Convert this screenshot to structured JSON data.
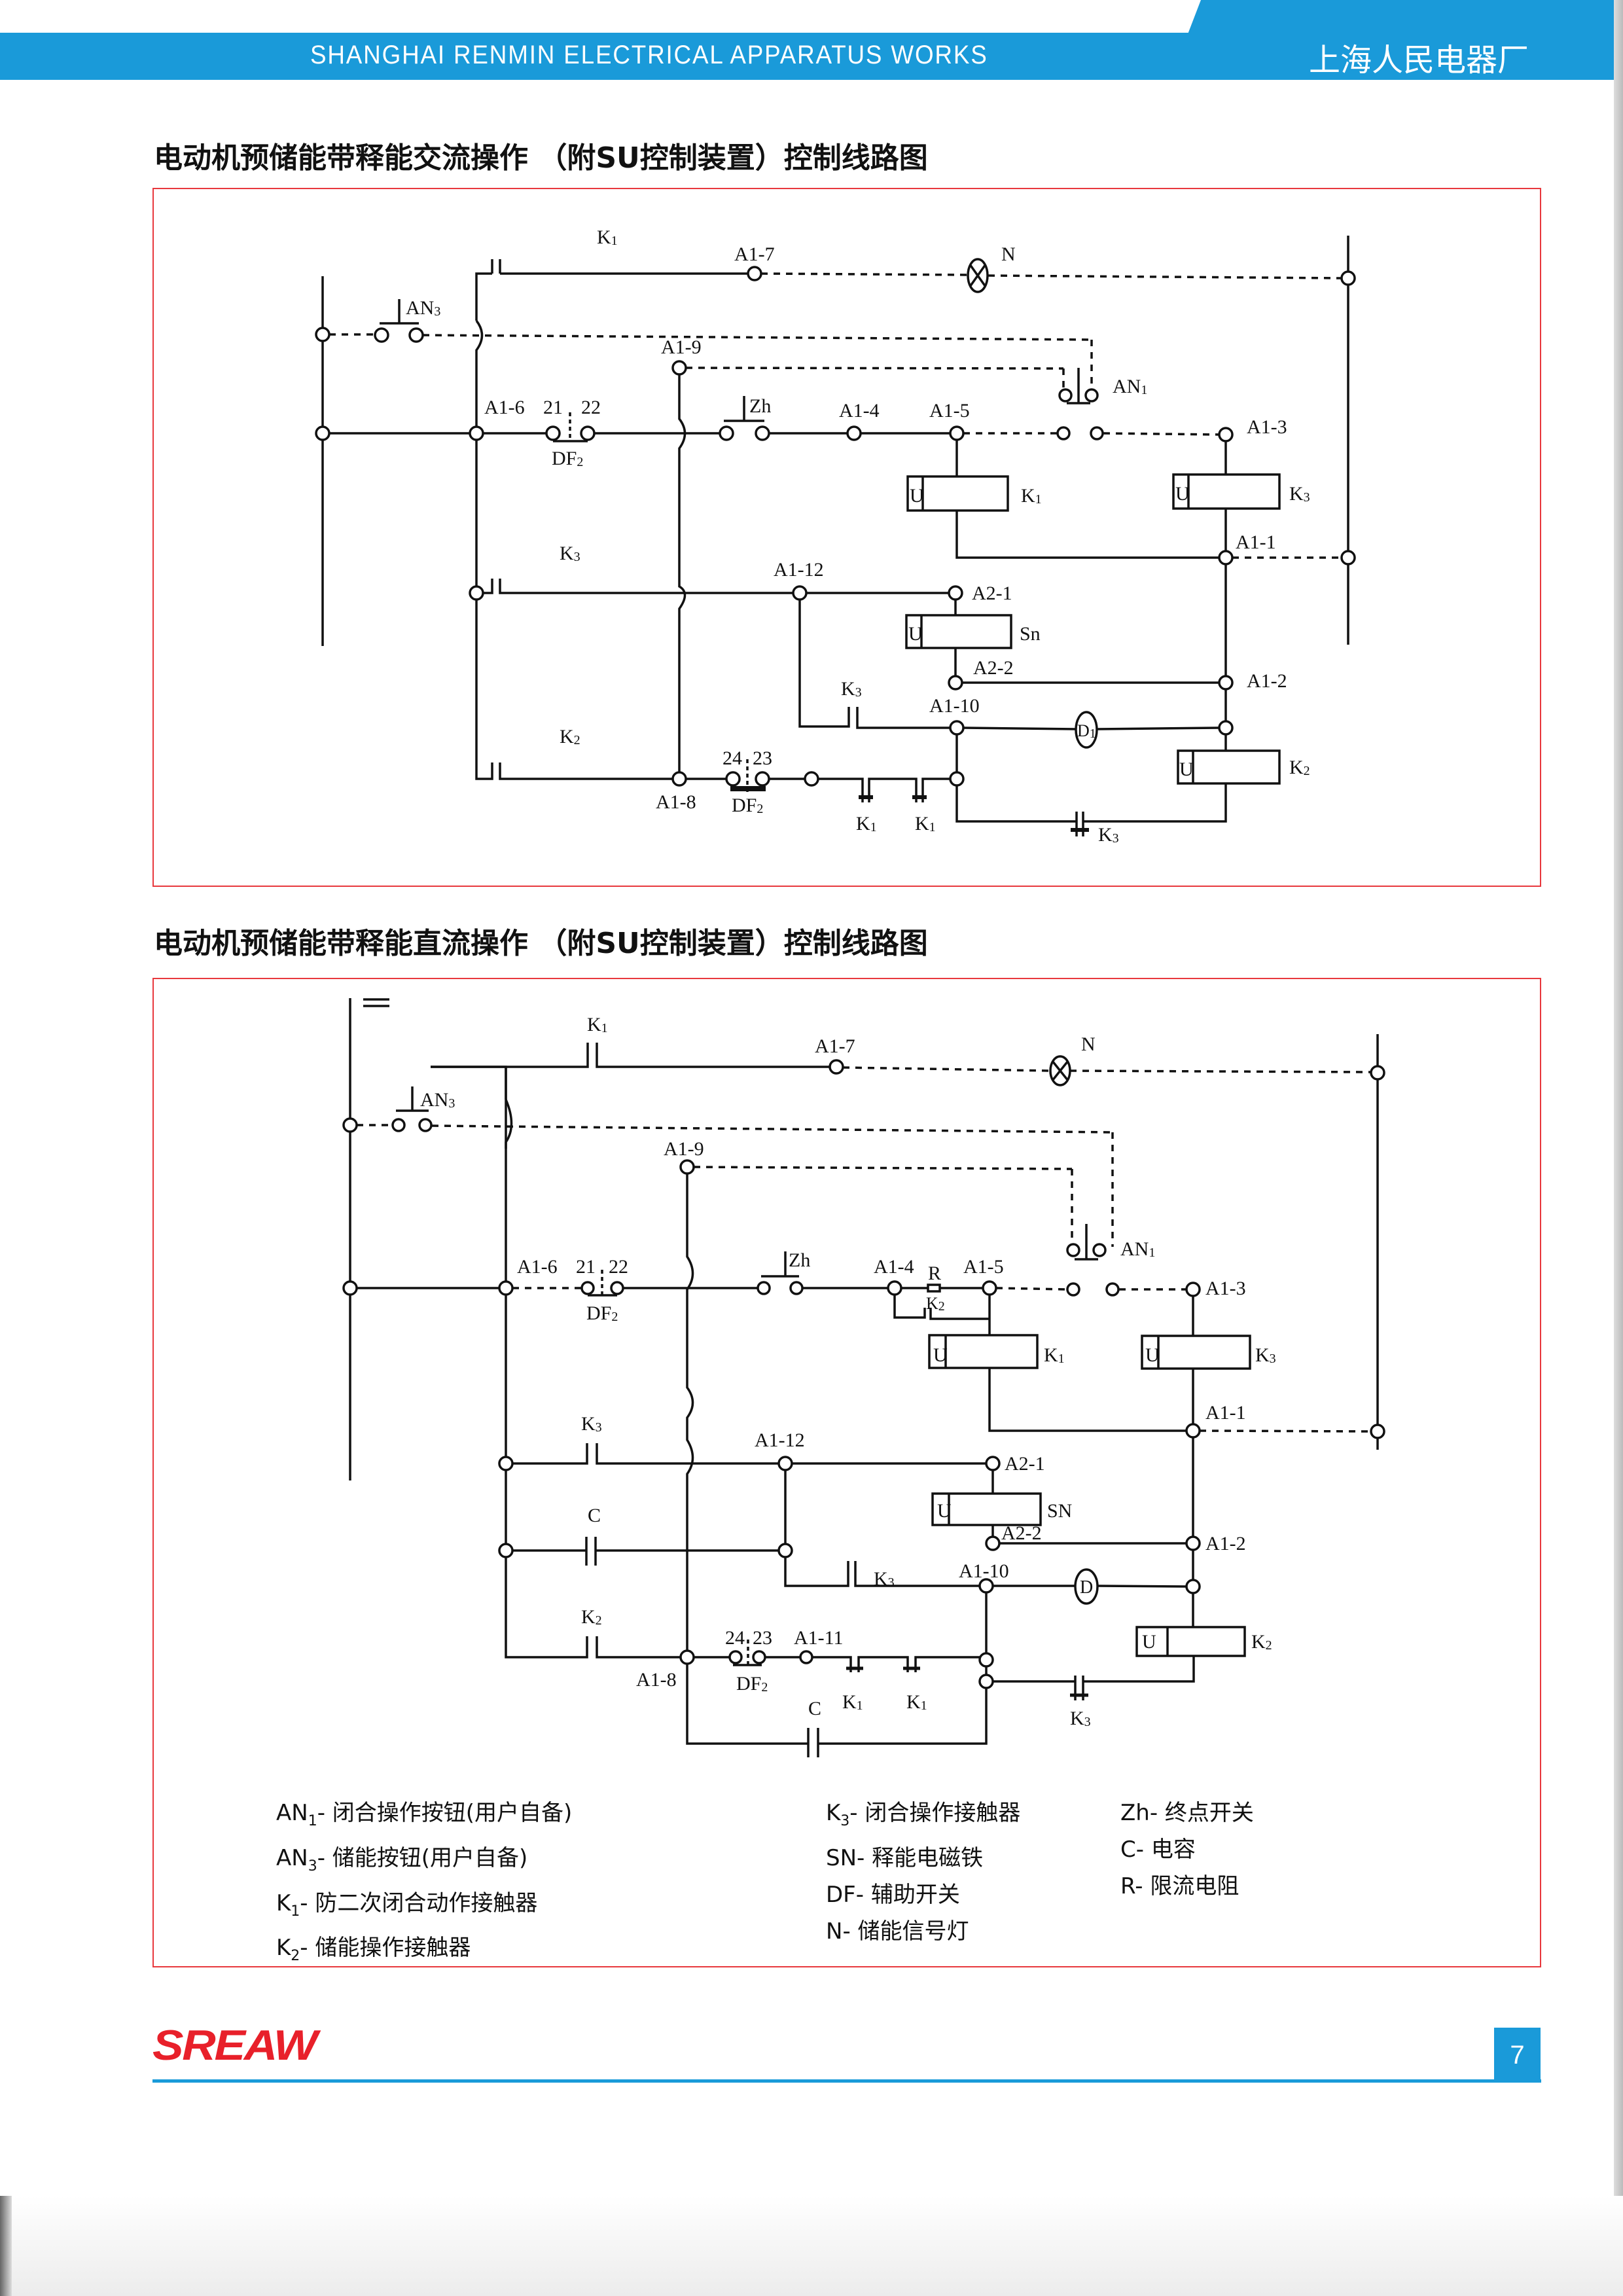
{
  "header": {
    "company_en": "SHANGHAI  RENMIN  ELECTRICAL  APPARATUS  WORKS",
    "company_cn": "上海人民电器厂",
    "brand_color": "#1a9ad9"
  },
  "diagram_ac": {
    "title": "电动机预储能带释能交流操作  （附SU控制装置）控制线路图",
    "labels": {
      "k1_top": "K1",
      "a1_7": "A1-7",
      "lamp": "N",
      "an3": "AN3",
      "a1_9": "A1-9",
      "an1": "AN1",
      "a1_6": "A1-6",
      "c21": "21",
      "c22": "22",
      "df2_top": "DF2",
      "zh": "Zh",
      "a1_4": "A1-4",
      "a1_5": "A1-5",
      "a1_3": "A1-3",
      "coil_u": "U",
      "k1_coil": "K1",
      "k3_coil": "K3",
      "a1_1": "A1-1",
      "k3_row": "K3",
      "a1_12": "A1-12",
      "a2_1": "A2-1",
      "sn": "Sn",
      "a2_2": "A2-2",
      "a1_2": "A1-2",
      "k3_mid": "K3",
      "a1_10": "A1-10",
      "d": "D1",
      "k2_coil": "K2",
      "k2_row": "K2",
      "a1_8": "A1-8",
      "c24": "24",
      "c23": "23",
      "df2_bot": "DF2",
      "k1_nc_a": "K1",
      "k1_nc_b": "K1",
      "k3_nc": "K3"
    }
  },
  "diagram_dc": {
    "title": "电动机预储能带释能直流操作  （附SU控制装置）控制线路图",
    "dc_symbol": "=",
    "labels": {
      "k1_top": "K1",
      "a1_7": "A1-7",
      "lamp": "N",
      "an3": "AN3",
      "a1_9": "A1-9",
      "an1": "AN1",
      "a1_6": "A1-6",
      "c21": "21",
      "c22": "22",
      "df2_top": "DF2",
      "zh": "Zh",
      "a1_4": "A1-4",
      "r": "R",
      "k2_r": "K2",
      "a1_5": "A1-5",
      "a1_3": "A1-3",
      "coil_u": "U",
      "k1_coil": "K1",
      "k3_coil": "K3",
      "a1_1": "A1-1",
      "k3_row": "K3",
      "a1_12": "A1-12",
      "a2_1": "A2-1",
      "sn": "SN",
      "a2_2": "A2-2",
      "a1_2": "A1-2",
      "c_mid": "C",
      "k3_mid": "K3",
      "a1_10": "A1-10",
      "d": "D",
      "k2_coil": "K2",
      "k2_row": "K2",
      "a1_8": "A1-8",
      "c24": "24",
      "c23": "23",
      "a1_11": "A1-11",
      "df2_bot": "DF2",
      "k1_nc_a": "K1",
      "k1_nc_b": "K1",
      "k3_nc": "K3",
      "c_bot": "C"
    }
  },
  "legend": {
    "col1": [
      {
        "sym": "AN",
        "sub": "1",
        "text": "- 闭合操作按钮(用户自备)"
      },
      {
        "sym": "AN",
        "sub": "3",
        "text": "- 储能按钮(用户自备)"
      },
      {
        "sym": "K",
        "sub": "1",
        "text": "- 防二次闭合动作接触器"
      },
      {
        "sym": "K",
        "sub": "2",
        "text": "- 储能操作接触器"
      }
    ],
    "col2": [
      {
        "sym": "K",
        "sub": "3",
        "text": "- 闭合操作接触器"
      },
      {
        "sym": "SN",
        "sub": "",
        "text": "- 释能电磁铁"
      },
      {
        "sym": "DF",
        "sub": "",
        "text": "- 辅助开关"
      },
      {
        "sym": "N",
        "sub": "",
        "text": "- 储能信号灯"
      }
    ],
    "col3": [
      {
        "sym": "Zh",
        "sub": "",
        "text": "- 终点开关"
      },
      {
        "sym": "C",
        "sub": "",
        "text": "- 电容"
      },
      {
        "sym": "R",
        "sub": "",
        "text": "- 限流电阻"
      }
    ]
  },
  "footer": {
    "logo": "SREAW",
    "logo_color": "#e8202a",
    "page_number": "7"
  },
  "frame_color": "#e8383d"
}
